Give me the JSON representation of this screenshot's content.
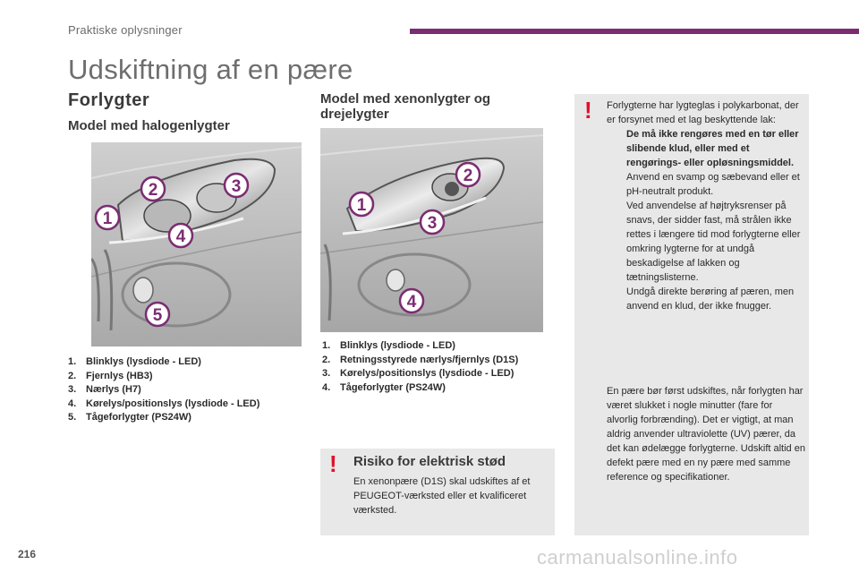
{
  "header": {
    "section": "Praktiske oplysninger",
    "title": "Udskiftning af en pære",
    "accent_color": "#7b2d72"
  },
  "forlygter": {
    "heading": "Forlygter",
    "halogen": {
      "heading": "Model med halogenlygter",
      "callouts": [
        "1",
        "2",
        "3",
        "4",
        "5"
      ],
      "items": [
        {
          "num": "1.",
          "text": "Blinklys (lysdiode - LED)"
        },
        {
          "num": "2.",
          "text": "Fjernlys (HB3)"
        },
        {
          "num": "3.",
          "text": "Nærlys (H7)"
        },
        {
          "num": "4.",
          "text": "Kørelys/positionslys (lysdiode - LED)"
        },
        {
          "num": "5.",
          "text": "Tågeforlygter (PS24W)"
        }
      ]
    },
    "xenon": {
      "heading": "Model med xenonlygter og drejelygter",
      "callouts": [
        "1",
        "2",
        "3",
        "4"
      ],
      "items": [
        {
          "num": "1.",
          "text": "Blinklys (lysdiode - LED)"
        },
        {
          "num": "2.",
          "text": "Retningsstyrede nærlys/fjernlys (D1S)"
        },
        {
          "num": "3.",
          "text": "Kørelys/positionslys (lysdiode - LED)"
        },
        {
          "num": "4.",
          "text": "Tågeforlygter (PS24W)"
        }
      ]
    }
  },
  "warning": {
    "symbol": "!",
    "symbol_color": "#e0102a",
    "intro": "Forlygterne har lygteglas i polykarbonat, der er forsynet med et lag beskyttende lak:",
    "bullet_mark": "",
    "bullets": [
      "De må ikke rengøres med en tør eller slibende klud, eller med et rengørings- eller opløsningsmiddel.",
      "Anvend en svamp og sæbevand eller et pH-neutralt produkt.",
      "Ved anvendelse af højtryksrenser på snavs, der sidder fast, må strålen ikke rettes i længere tid mod forlygterne eller omkring lygterne for at undgå beskadigelse af lakken og tætningslisterne.",
      "Undgå direkte berøring af pæren, men anvend en klud, der ikke fnugger."
    ],
    "note": "En pære bør først udskiftes, når forlygten har været slukket i nogle minutter (fare for alvorlig forbrænding). Det er vigtigt, at man aldrig anvender ultraviolette (UV) pærer, da det kan ødelægge forlygterne. Udskift altid en defekt pære med en ny pære med samme reference og specifikationer."
  },
  "risk": {
    "symbol": "!",
    "title": "Risiko for elektrisk stød",
    "text": "En xenonpære (D1S) skal udskiftes af et PEUGEOT-værksted eller et kvalificeret værksted."
  },
  "footer": {
    "page_number": "216",
    "watermark": "carmanualsonline.info"
  }
}
